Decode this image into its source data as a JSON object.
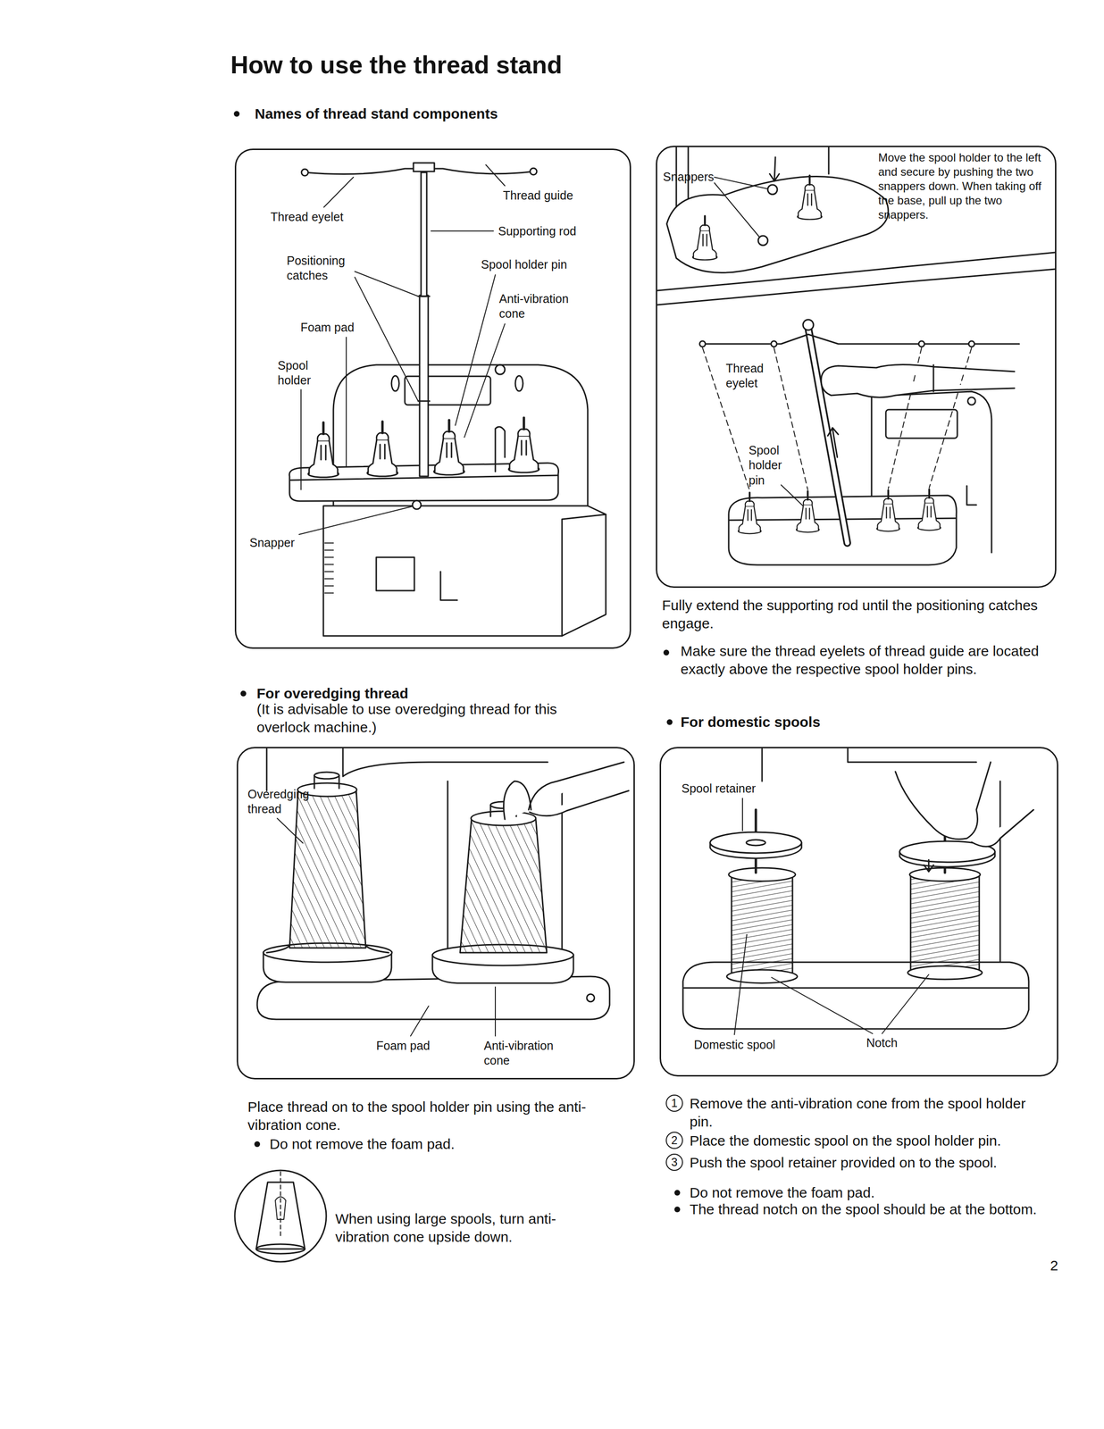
{
  "diagram": {
    "title": "How to use the thread stand",
    "nodes": [
      {
        "text": [
          "Thread eyelet",
          "Thread guide",
          "Supporting rod",
          "Positioning catches",
          "Spool holder pin",
          "Anti-vibration cone",
          "Foam pad",
          "Spool holder",
          "Snapper"
        ]
      },
      {
        "text": [
          "Snappers",
          "Move the spool holder to the left and secure by pushing the two snappers down. When taking off the base, pull up the two snappers.",
          "Thread eyelet",
          "Spool holder pin"
        ]
      },
      {
        "text": [
          "Overedging thread",
          "Foam pad",
          "Anti-vibration cone"
        ]
      },
      {
        "text": [
          "Spool retainer",
          "Domestic spool",
          "Notch"
        ]
      }
    ],
    "labels": [
      "Names of thread stand components",
      "Fully extend the supporting rod until the positioning catches engage.",
      "Make sure the thread eyelets of thread guide are located exactly above the respective spool holder pins.",
      "For overedging thread",
      "(It is advisable to use overedging thread for this overlock machine.)",
      "For domestic spools",
      "Place thread on to the spool holder pin using the anti-vibration cone.",
      "Do not remove the foam pad.",
      "When using large spools, turn anti-vibration cone upside down.",
      "1",
      "Remove the anti-vibration cone from the spool holder pin.",
      "2",
      "Place the domestic spool on the spool holder pin.",
      "3",
      "Push the spool retainer provided on to the spool.",
      "Do not remove the foam pad.",
      "The thread notch on the spool should be at the bottom.",
      "2"
    ]
  }
}
